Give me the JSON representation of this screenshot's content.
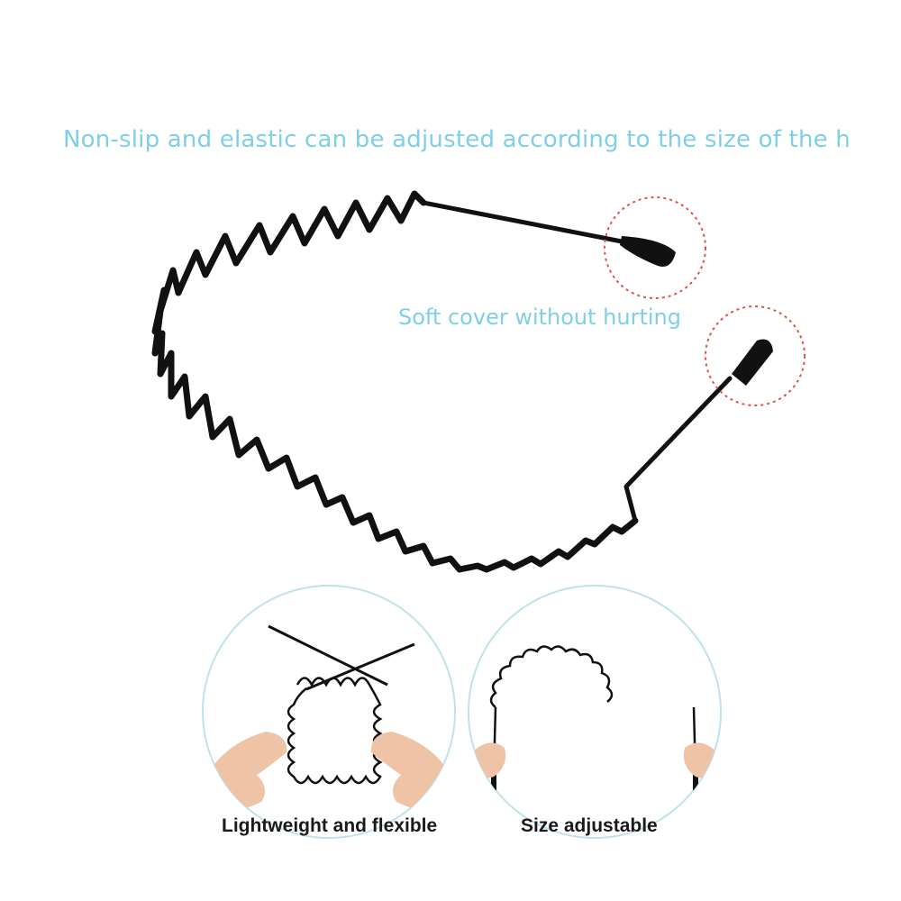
{
  "headline": "Non-slip and elastic can be adjusted according to the size of the head",
  "callout": "Soft cover without hurting",
  "panels": [
    {
      "caption": "Lightweight and flexible",
      "illustration": "flexible-headband-photo"
    },
    {
      "caption": "Size adjustable",
      "illustration": "adjustable-headband-photo"
    }
  ],
  "colors": {
    "accent_text": "#7fcfe6",
    "highlight_circle": "#e0524a",
    "wire": "#111111",
    "panel_border": "#bfe3ec",
    "caption_text": "#1a1a1a"
  }
}
